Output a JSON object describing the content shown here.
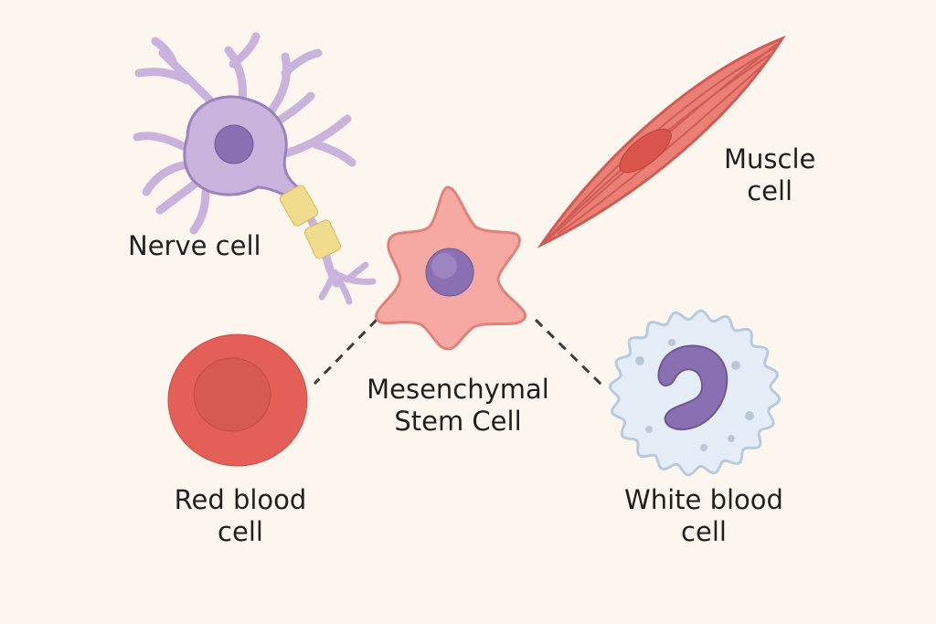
{
  "colors": {
    "background": "#fdf6ee",
    "nerve": "#c9b3dc",
    "nerve_outline": "#9c82bd",
    "nucleus": "#8a70b2",
    "myelin": "#f1dc8e",
    "stem": "#f6a9a3",
    "stem_outline": "#e0827b",
    "muscle": "#ea7f76",
    "muscle_outline": "#cf5c54",
    "rbc": "#e45f57",
    "rbc_inner": "#d65a52",
    "wbc": "#e4edf5",
    "wbc_outline": "#b7cbde",
    "connector": "#3b3b3b"
  },
  "labels": {
    "nerve": "Nerve cell",
    "muscle": [
      "Muscle",
      "cell"
    ],
    "stem": [
      "Mesenchymal",
      "Stem Cell"
    ],
    "red_blood": [
      "Red blood",
      "cell"
    ],
    "white_blood": [
      "White blood",
      "cell"
    ]
  }
}
